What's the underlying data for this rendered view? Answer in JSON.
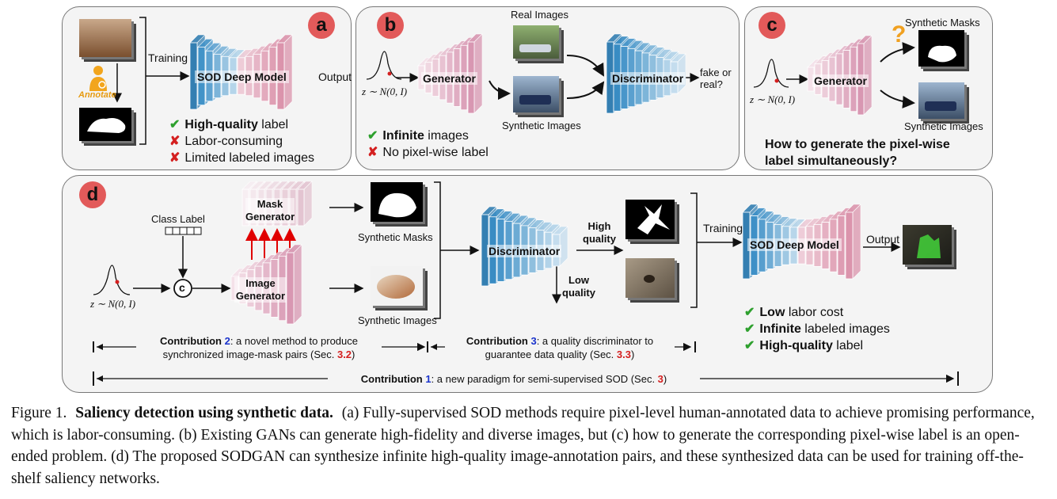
{
  "panels": {
    "a": {
      "badge": "a",
      "training": "Training",
      "model": "SOD Deep Model",
      "output": "Output",
      "annotate": "Annotate",
      "bullets": [
        {
          "mark": "✔",
          "bold": "High-quality",
          "rest": " label"
        },
        {
          "mark": "✘",
          "bold": "",
          "rest": "Labor-consuming"
        },
        {
          "mark": "✘",
          "bold": "",
          "rest": "Limited labeled images"
        }
      ]
    },
    "b": {
      "badge": "b",
      "real_images": "Real Images",
      "generator": "Generator",
      "discriminator": "Discriminator",
      "fake_or_real": "fake or real?",
      "synthetic_images": "Synthetic Images",
      "noise": "z ∼ N(0, I)",
      "bullets": [
        {
          "mark": "✔",
          "bold": "Infinite",
          "rest": " images"
        },
        {
          "mark": "✘",
          "bold": "",
          "rest": "No pixel-wise label"
        }
      ]
    },
    "c": {
      "badge": "c",
      "synthetic_masks": "Synthetic Masks",
      "generator": "Generator",
      "synthetic_images": "Synthetic Images",
      "noise": "z ∼ N(0, I)",
      "question_mark": "?",
      "question": "How to generate the pixel-wise label  simultaneously?"
    },
    "d": {
      "badge": "d",
      "class_label": "Class Label",
      "concat_symbol": "c",
      "mask_generator": "Mask Generator",
      "image_generator": "Image Generator",
      "synthetic_masks": "Synthetic Masks",
      "synthetic_images": "Synthetic Images",
      "discriminator": "Discriminator",
      "high_quality": "High quality",
      "low_quality": "Low quality",
      "training": "Training",
      "model": "SOD Deep Model",
      "output": "Output",
      "noise": "z ∼ N(0, I)",
      "bullets": [
        {
          "mark": "✔",
          "bold": "Low",
          "rest": " labor cost"
        },
        {
          "mark": "✔",
          "bold": "Infinite",
          "rest": " labeled images"
        },
        {
          "mark": "✔",
          "bold": "High-quality",
          "rest": " label"
        }
      ],
      "contributions": [
        {
          "head": "Contribution ",
          "num": "2",
          "text": ": a novel method to produce synchronized image-mask pairs (Sec. ",
          "sec": "3.2",
          "tail": ")"
        },
        {
          "head": "Contribution ",
          "num": "3",
          "text": ": a quality discriminator to guarantee data quality (Sec. ",
          "sec": "3.3",
          "tail": ")"
        },
        {
          "head": "Contribution ",
          "num": "1",
          "text": ": a new paradigm for semi-supervised SOD (Sec. ",
          "sec": "3",
          "tail": ")"
        }
      ]
    }
  },
  "caption": {
    "label": "Figure 1.",
    "title": "Saliency detection using synthetic data.",
    "text": "(a) Fully-supervised SOD methods require pixel-level human-annotated data to achieve promising performance, which is labor-consuming. (b) Existing GANs can generate high-fidelity and diverse images, but (c) how to generate the corresponding pixel-wise label is an open-ended problem. (d) The proposed SODGAN can synthesize infinite high-quality image-annotation pairs, and these synthesized data can be used for training off-the-shelf saliency networks."
  },
  "colors": {
    "badge": "#e25a5a",
    "check": "#2ea02e",
    "cross": "#d42020",
    "contribution_number": "#1a33cc",
    "section_number": "#d42020",
    "question_mark": "#f0a020"
  }
}
